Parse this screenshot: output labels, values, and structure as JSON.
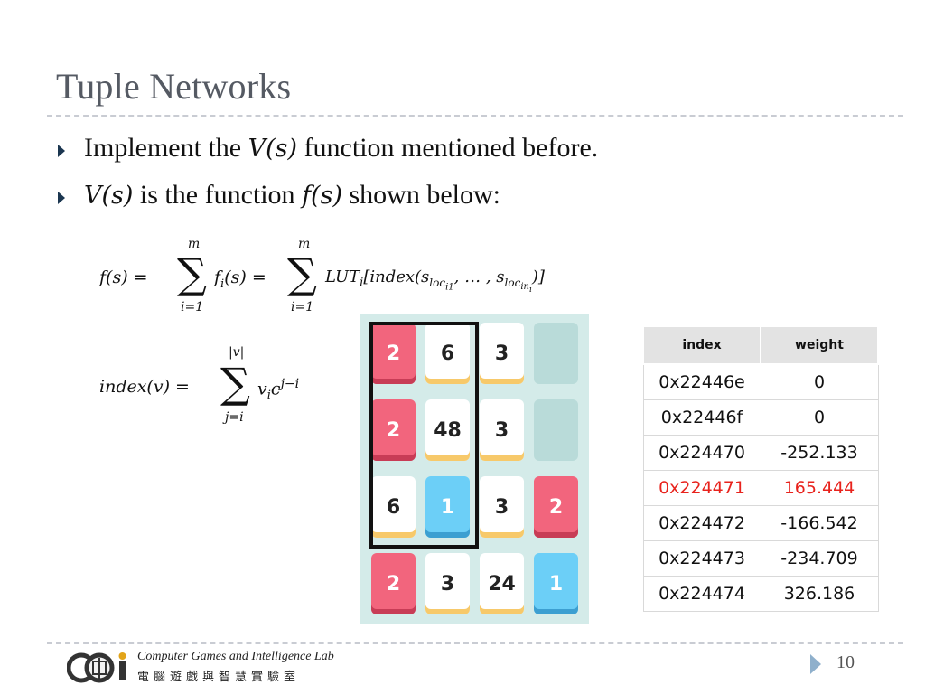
{
  "slide": {
    "title": "Tuple Networks",
    "page_number": "10"
  },
  "bullets": [
    {
      "pre": "Implement the ",
      "math": "V(s)",
      "post": " function mentioned before."
    },
    {
      "math1": "V(s)",
      "mid": " is the function ",
      "math2": "f(s)",
      "post": " shown below:"
    }
  ],
  "formula1": {
    "lhs": "f(s) =",
    "sum1_top": "m",
    "sum1_bottom": "i=1",
    "term1": "f",
    "term1_sub": "i",
    "term1_arg": "(s) =",
    "sum2_top": "m",
    "sum2_bottom": "i=1",
    "lut": "LUT",
    "lut_sub": "i",
    "lut_open": "[index(s",
    "s1_sub": "loc",
    "s1_subsub": "i1",
    "mid": ", … , s",
    "s2_sub": "loc",
    "s2_subsub": "in",
    "s2_subsubsub": "i",
    "close": ")]"
  },
  "formula2": {
    "lhs": "index(v) =",
    "sum_top": "|v|",
    "sum_bottom": "j=i",
    "v": "v",
    "v_sub": "i",
    "c": "c",
    "c_sup": "j−i"
  },
  "board": {
    "rows": [
      [
        {
          "v": "2",
          "t": "red"
        },
        {
          "v": "6",
          "t": "white"
        },
        {
          "v": "3",
          "t": "white"
        },
        {
          "v": "",
          "t": "empty"
        }
      ],
      [
        {
          "v": "2",
          "t": "red"
        },
        {
          "v": "48",
          "t": "white"
        },
        {
          "v": "3",
          "t": "white"
        },
        {
          "v": "",
          "t": "empty"
        }
      ],
      [
        {
          "v": "6",
          "t": "white"
        },
        {
          "v": "1",
          "t": "blue"
        },
        {
          "v": "3",
          "t": "white"
        },
        {
          "v": "2",
          "t": "red"
        }
      ],
      [
        {
          "v": "2",
          "t": "red"
        },
        {
          "v": "3",
          "t": "white"
        },
        {
          "v": "24",
          "t": "white"
        },
        {
          "v": "1",
          "t": "blue"
        }
      ]
    ],
    "colors": {
      "red": "#f2657d",
      "blue": "#6ccff7",
      "white": "#ffffff",
      "background": "#d4ebe9"
    }
  },
  "lut_table": {
    "headers": [
      "index",
      "weight"
    ],
    "rows": [
      [
        "0x22446e",
        "0"
      ],
      [
        "0x22446f",
        "0"
      ],
      [
        "0x224470",
        "-252.133"
      ],
      [
        "0x224471",
        "165.444"
      ],
      [
        "0x224472",
        "-166.542"
      ],
      [
        "0x224473",
        "-234.709"
      ],
      [
        "0x224474",
        "326.186"
      ]
    ],
    "highlight_row": 3,
    "highlight_color": "#e8231d"
  },
  "footer": {
    "logo_en": "Computer Games and Intelligence Lab",
    "logo_zh": "電腦遊戲與智慧實驗室"
  }
}
